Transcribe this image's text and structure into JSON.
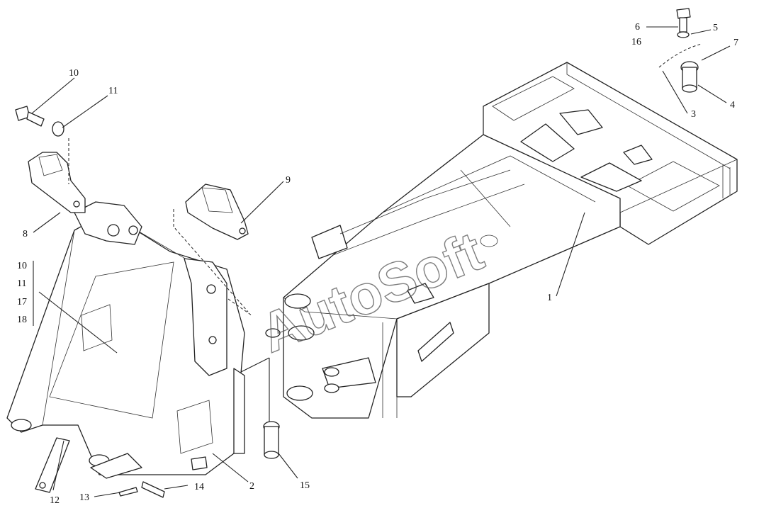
{
  "watermark": "AutoSoft",
  "callouts": {
    "c1": "1",
    "c2": "2",
    "c3": "3",
    "c4": "4",
    "c5": "5",
    "c6": "6",
    "c7": "7",
    "c8": "8",
    "c9": "9",
    "c10a": "10",
    "c11a": "11",
    "c10b": "10",
    "c11b": "11",
    "c17": "17",
    "c18": "18",
    "c12": "12",
    "c13": "13",
    "c14": "14",
    "c15": "15",
    "c16": "16"
  }
}
